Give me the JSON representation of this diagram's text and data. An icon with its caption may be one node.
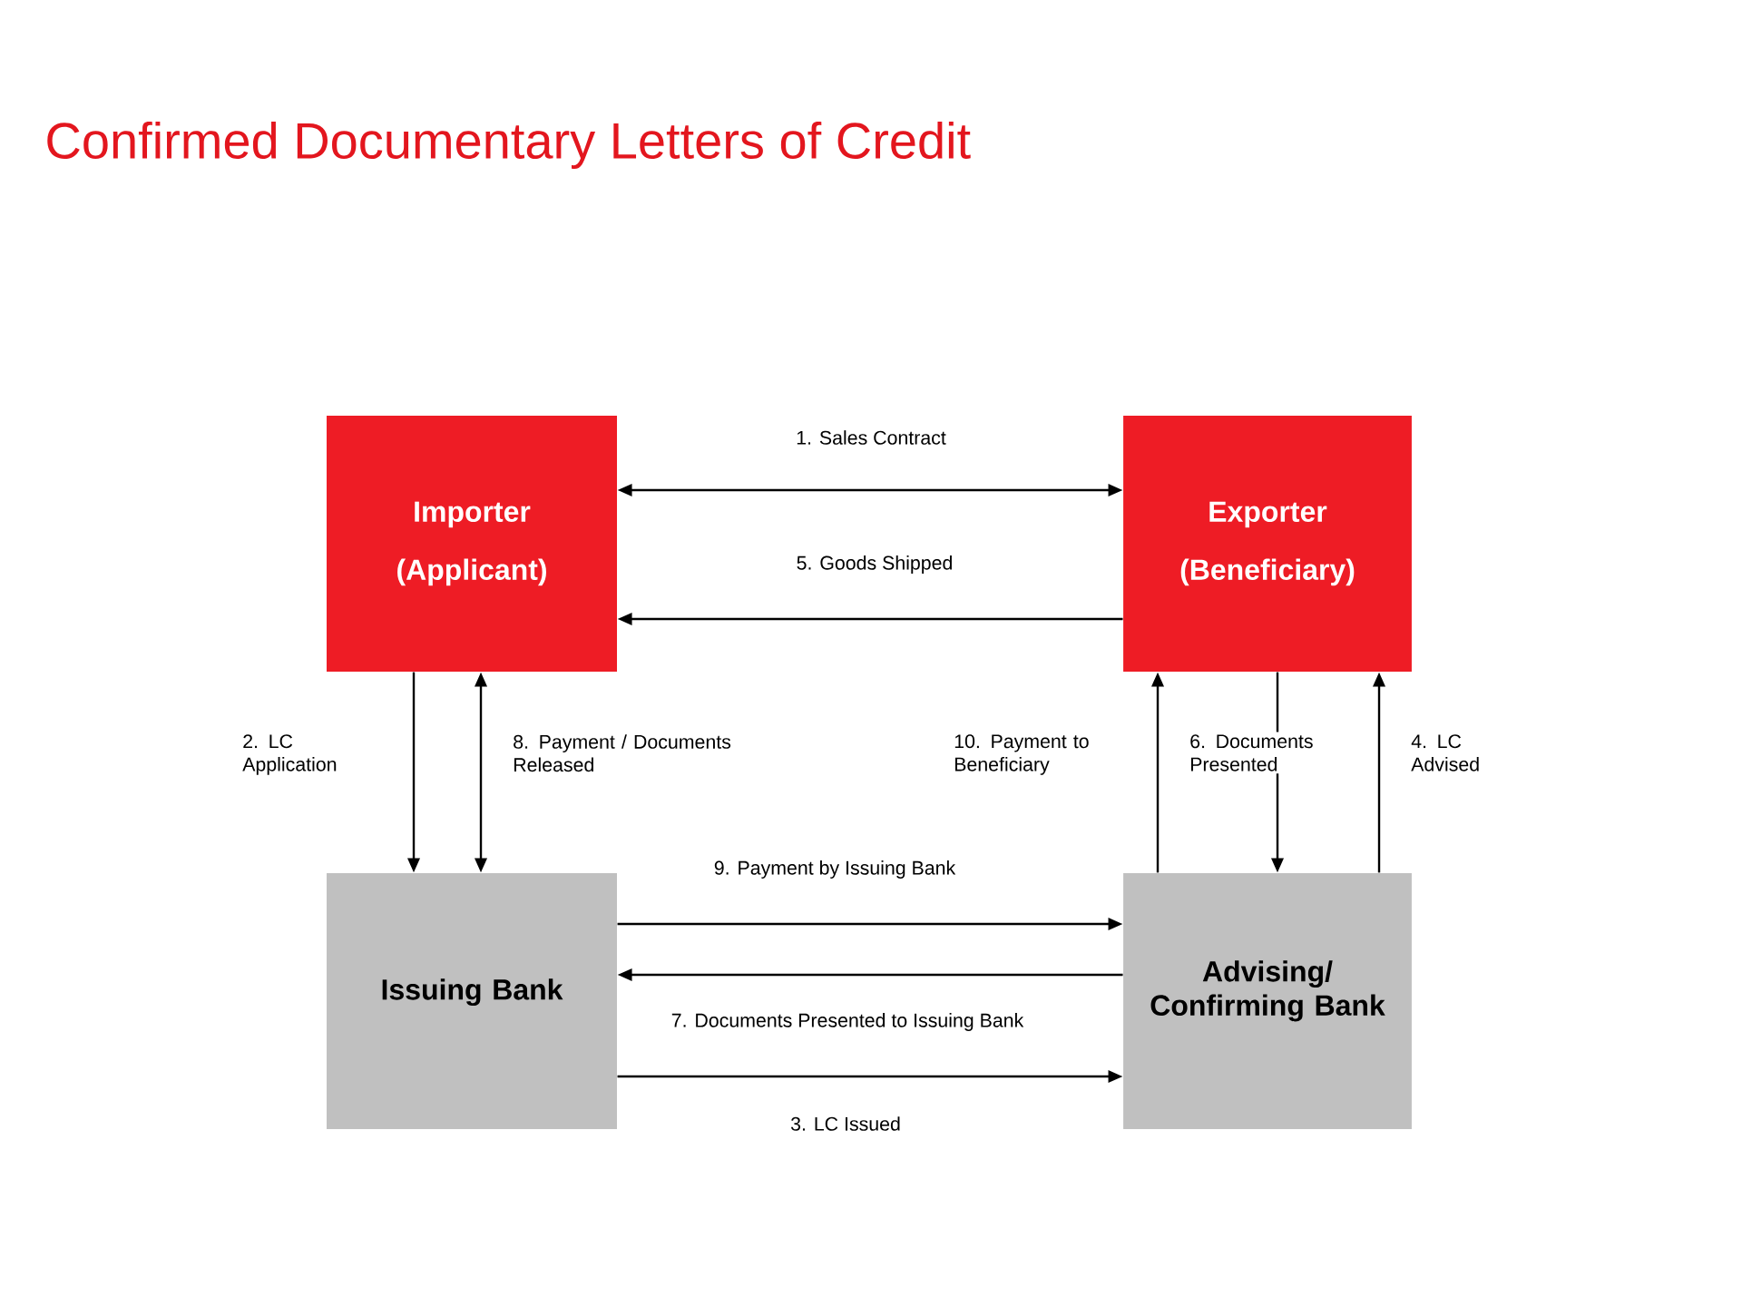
{
  "diagram": {
    "title": "Confirmed Documentary Letters of Credit",
    "nodes": [
      {
        "text": [
          "Importer",
          "(Applicant)"
        ]
      },
      {
        "text": [
          "Exporter",
          "(Beneficiary)"
        ]
      },
      {
        "text": [
          "Issuing Bank"
        ]
      },
      {
        "text": [
          "Advising/ Confirming Bank"
        ]
      }
    ],
    "edges": [
      {
        "from": 0,
        "to": 1,
        "arrow": "both",
        "label": "1. Sales Contract"
      },
      {
        "from": 1,
        "to": 0,
        "arrow": "to",
        "label": "5. Goods Shipped"
      },
      {
        "from": 0,
        "to": 2,
        "arrow": "to",
        "label": "2.  LC Application"
      },
      {
        "from": 2,
        "to": 0,
        "arrow": "both",
        "label": "8. Payment / Documents Released"
      },
      {
        "from": 3,
        "to": 1,
        "arrow": "to",
        "label": "10. Payment to Beneficiary"
      },
      {
        "from": 1,
        "to": 3,
        "arrow": "to",
        "label": "6. Documents Presented"
      },
      {
        "from": 3,
        "to": 1,
        "arrow": "to",
        "label": "4. LC Advised"
      },
      {
        "from": 2,
        "to": 3,
        "arrow": "to",
        "label": "9. Payment by Issuing Bank"
      },
      {
        "from": 3,
        "to": 2,
        "arrow": "to",
        "label": "7. Documents Presented to Issuing Bank"
      },
      {
        "from": 2,
        "to": 3,
        "arrow": "to",
        "label": "3. LC Issued"
      }
    ]
  }
}
